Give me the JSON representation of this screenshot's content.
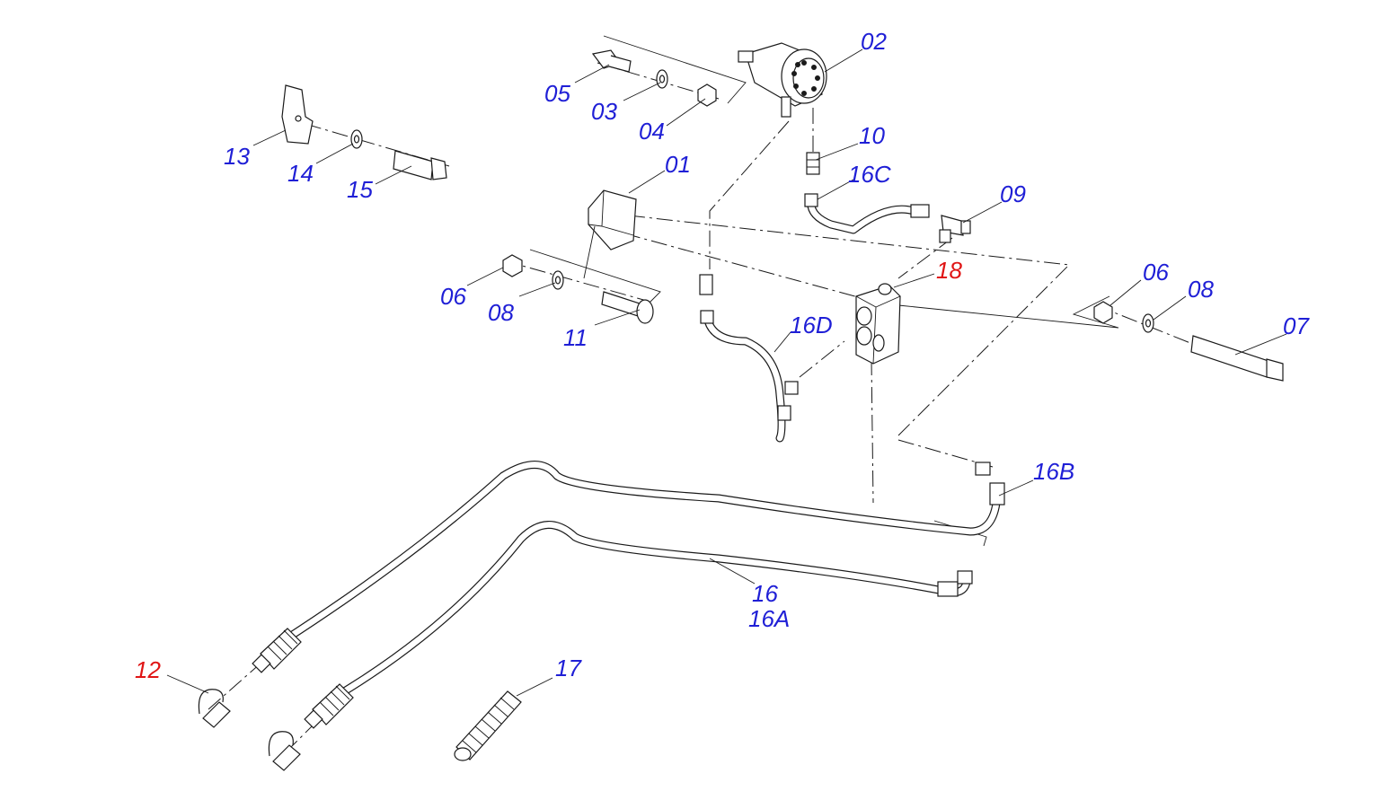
{
  "diagram": {
    "label_color_default": "#1f1fd6",
    "label_color_highlight": "#e01515",
    "labels": [
      {
        "id": "01",
        "text": "01",
        "highlight": false
      },
      {
        "id": "02",
        "text": "02",
        "highlight": false
      },
      {
        "id": "03",
        "text": "03",
        "highlight": false
      },
      {
        "id": "04",
        "text": "04",
        "highlight": false
      },
      {
        "id": "05",
        "text": "05",
        "highlight": false
      },
      {
        "id": "06a",
        "text": "06",
        "highlight": false
      },
      {
        "id": "06b",
        "text": "06",
        "highlight": false
      },
      {
        "id": "07",
        "text": "07",
        "highlight": false
      },
      {
        "id": "08a",
        "text": "08",
        "highlight": false
      },
      {
        "id": "08b",
        "text": "08",
        "highlight": false
      },
      {
        "id": "09",
        "text": "09",
        "highlight": false
      },
      {
        "id": "10",
        "text": "10",
        "highlight": false
      },
      {
        "id": "11",
        "text": "11",
        "highlight": false
      },
      {
        "id": "12",
        "text": "12",
        "highlight": true
      },
      {
        "id": "13",
        "text": "13",
        "highlight": false
      },
      {
        "id": "14",
        "text": "14",
        "highlight": false
      },
      {
        "id": "15",
        "text": "15",
        "highlight": false
      },
      {
        "id": "16",
        "text": "16",
        "highlight": false
      },
      {
        "id": "16A",
        "text": "16A",
        "highlight": false
      },
      {
        "id": "16B",
        "text": "16B",
        "highlight": false
      },
      {
        "id": "16C",
        "text": "16C",
        "highlight": false
      },
      {
        "id": "16D",
        "text": "16D",
        "highlight": false
      },
      {
        "id": "17",
        "text": "17",
        "highlight": false
      },
      {
        "id": "18",
        "text": "18",
        "highlight": true
      }
    ]
  }
}
